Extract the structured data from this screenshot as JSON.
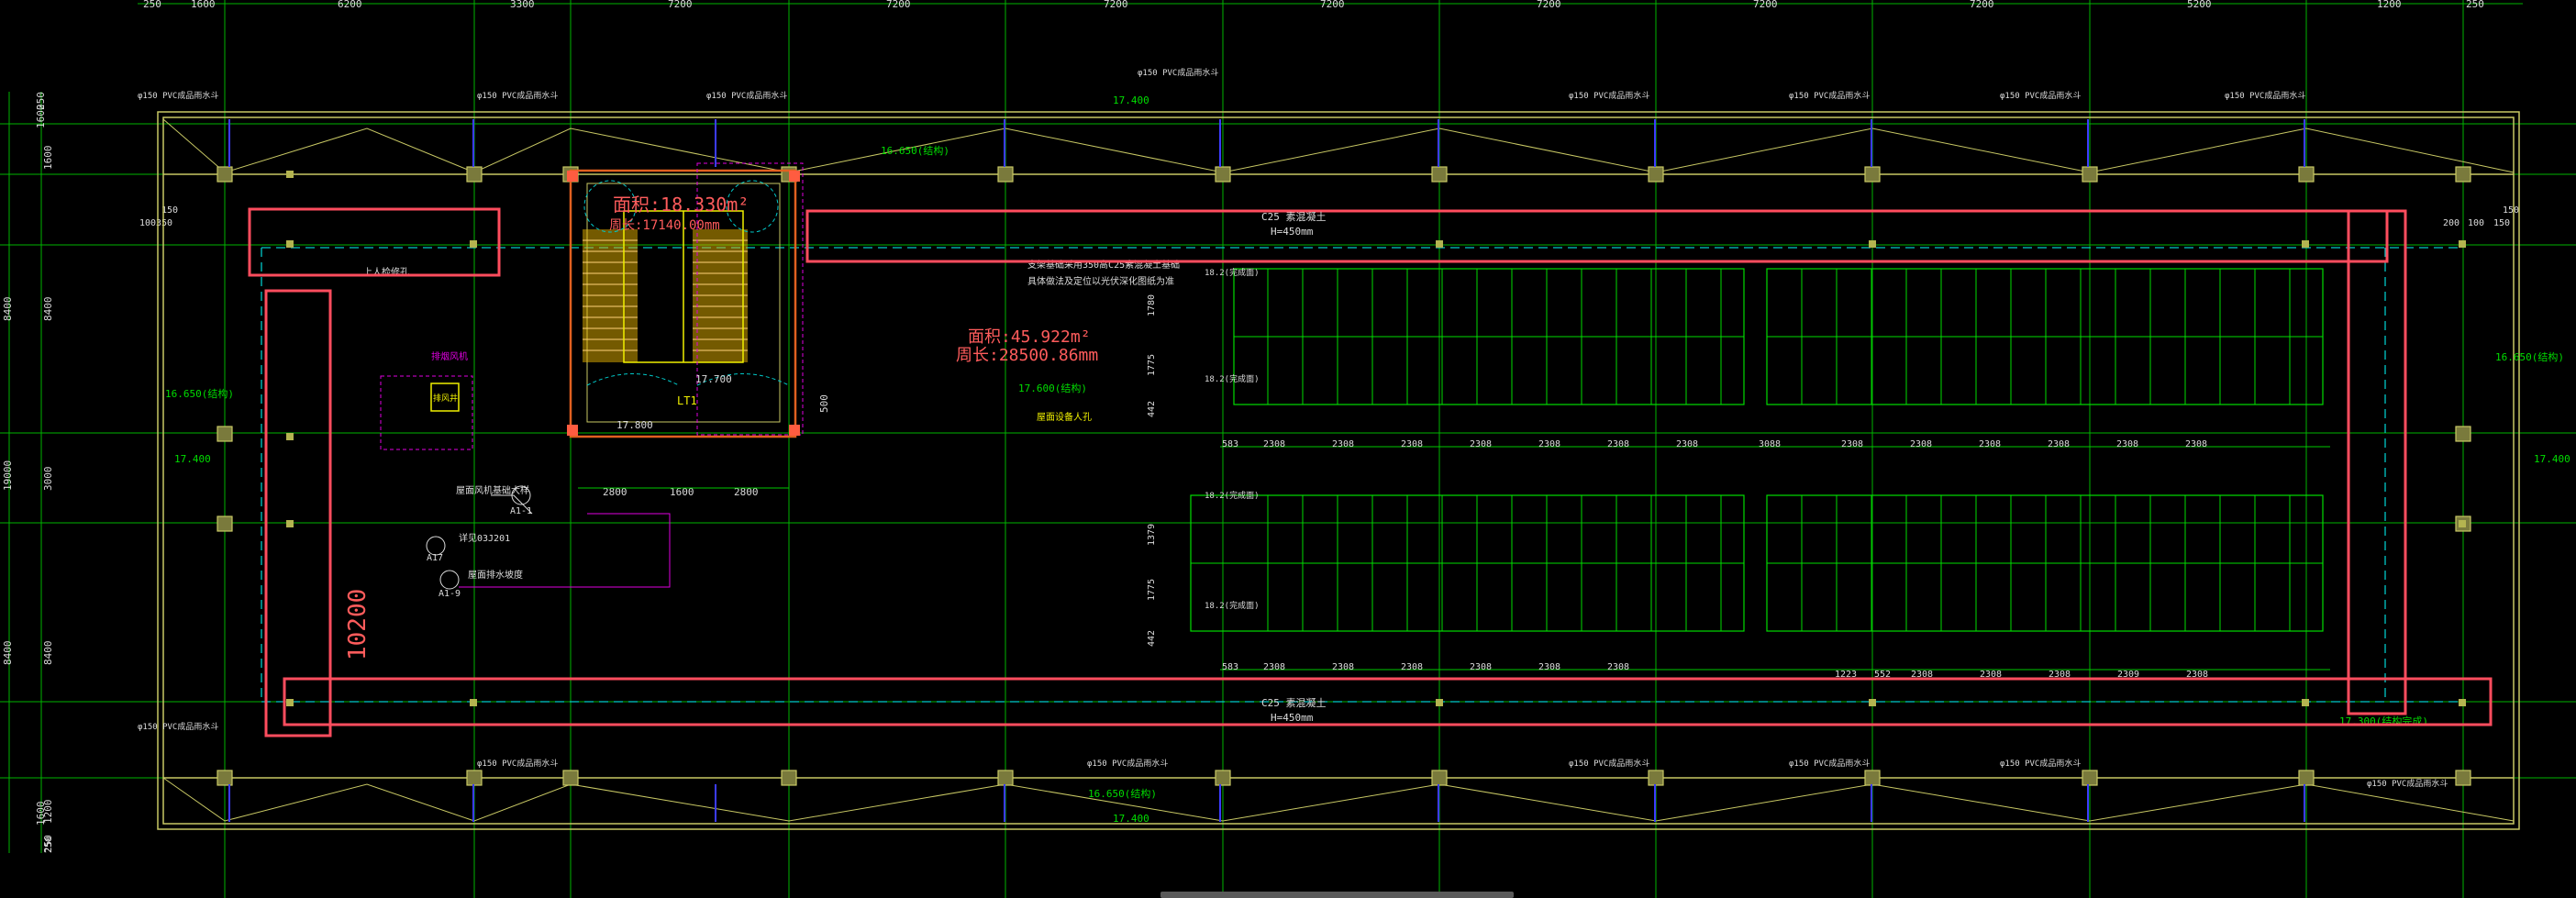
{
  "colors": {
    "background": "#000000",
    "grid": "#00c800",
    "wall": "#c8c864",
    "highlight": "#ff4d5e",
    "area_text": "#ff5c5c",
    "dim_text": "#dcdcdc",
    "cyan": "#00c8c8",
    "magenta": "#e000e0",
    "yellow": "#f0f000",
    "bay": "#00dd00"
  },
  "top_dims": [
    "250",
    "1600",
    "6200",
    "3300",
    "7200",
    "7200",
    "7200",
    "7200",
    "7200",
    "7200",
    "7200",
    "5200",
    "1200",
    "250"
  ],
  "left_dims": [
    "250",
    "1600",
    "1600",
    "8400",
    "8400",
    "3000",
    "19000",
    "8400",
    "8400",
    "1600",
    "250",
    "1200"
  ],
  "left_small_dims": [
    "100",
    "150",
    "100",
    "150",
    "150",
    "200",
    "250",
    "350"
  ],
  "stair": {
    "area": "面积:18.330m²",
    "perimeter": "周长:17140.00mm",
    "top_elev": "17.700",
    "elev_a": "17.800",
    "elev_b": "17.700",
    "dim_a": "2800",
    "dim_b": "1600",
    "dim_c": "2800",
    "lt": "LT1",
    "dim_h": "500"
  },
  "main_area": {
    "area": "面积:45.922m²",
    "perimeter": "周长:28500.86mm"
  },
  "left_strip": {
    "height": "10200"
  },
  "slab": {
    "top_label": "C25 素混凝土",
    "top_thick": "H=450mm",
    "bot_label": "C25 素混凝土",
    "bot_thick": "H=450mm"
  },
  "notes": {
    "note1": "支架基础采用350高C25素混凝土基础",
    "note2": "具体做法及定位以光伏深化图纸为准",
    "pvc_tag": "φ150 PVC成品雨水斗",
    "elev_mid": "17.600(结构)",
    "lift_room": "屋面设备人孔",
    "fan_room": "排风井",
    "vent": "排烟风机",
    "ref1": "A1-1",
    "ref2": "A17",
    "ref3": "A1-9",
    "line_note1": "屋面风机基础大样",
    "line_note2": "详见03J201",
    "line_note3": "屋面排水坡度",
    "room_small": "上人检修孔"
  },
  "elevations": {
    "e1": "17.400",
    "e2": "16.650(结构)",
    "e3": "17.400",
    "e4": "16.650(结构)",
    "e5": "17.400",
    "e6": "16.650(结构)",
    "e7": "17.400",
    "e8": "17.300(结构完成)",
    "e9": "16.650(结构)"
  },
  "bay_dims_top": [
    "583",
    "2308",
    "2308",
    "2308",
    "2308",
    "2308",
    "2308",
    "2308",
    "3088",
    "2308",
    "2308",
    "2308",
    "2308",
    "2308",
    "2308"
  ],
  "bay_dims_bot": [
    "583",
    "2308",
    "2308",
    "2308",
    "2308",
    "2308",
    "2308",
    "1223",
    "552",
    "2308",
    "2308",
    "2308",
    "2309",
    "2308"
  ],
  "bay_side": [
    "1780",
    "1775",
    "442",
    "1379",
    "1775",
    "442"
  ],
  "bay_label": "18.2(完成面)"
}
